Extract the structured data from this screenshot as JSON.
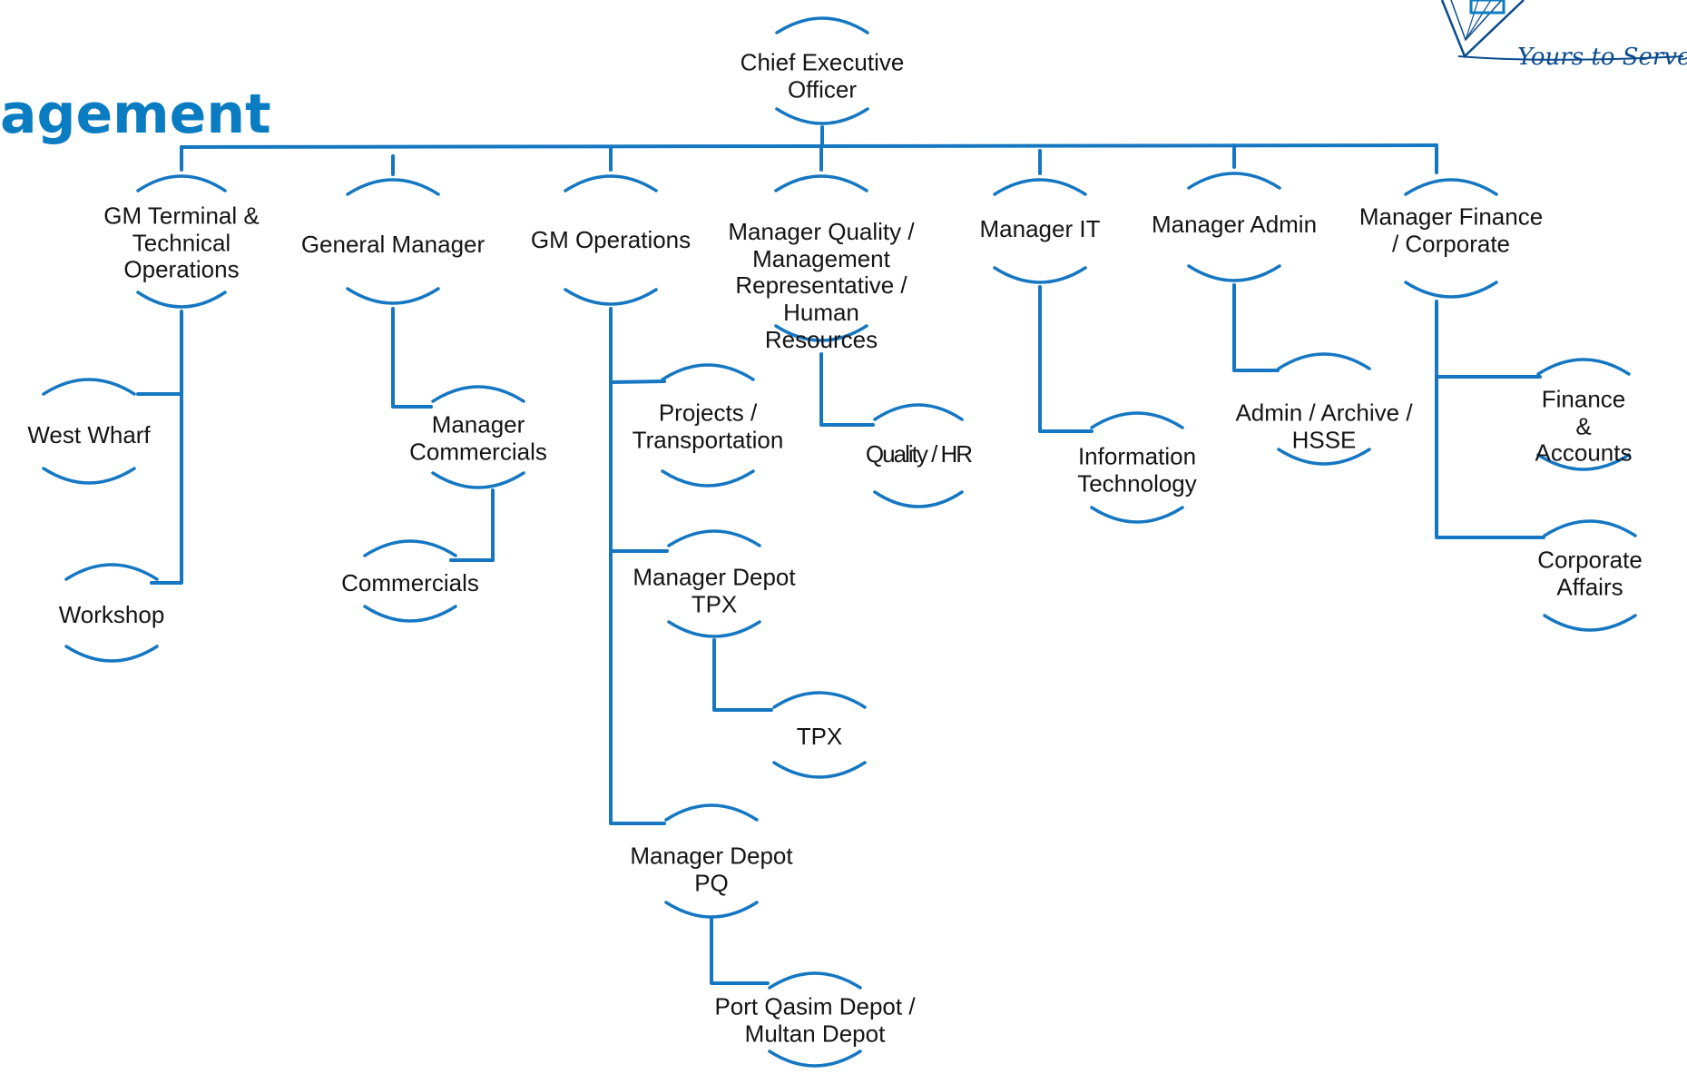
{
  "heading": "agement",
  "brand": {
    "tagline": "Yours to Serve",
    "color": "#0a7cc1"
  },
  "colors": {
    "line": "#1577c2",
    "text": "#141414"
  },
  "nodes": {
    "ceo": "Chief Executive\nOfficer",
    "gm_terminal": "GM Terminal &\nTechnical\nOperations",
    "general_manager": "General Manager",
    "gm_operations": "GM Operations",
    "mgr_quality": "Manager Quality /\nManagement\nRepresentative /\nHuman\nResources",
    "mgr_it": "Manager IT",
    "mgr_admin": "Manager Admin",
    "mgr_finance": "Manager Finance\n/ Corporate",
    "west_wharf": "West Wharf",
    "workshop": "Workshop",
    "mgr_commercials": "Manager\nCommercials",
    "commercials": "Commercials",
    "projects": "Projects /\nTransportation",
    "mgr_depot_tpx": "Manager Depot\nTPX",
    "tpx": "TPX",
    "mgr_depot_pq": "Manager Depot\nPQ",
    "port_qasim": "Port Qasim Depot /\nMultan Depot",
    "quality_hr": "Quality / HR",
    "info_tech": "Information\nTechnology",
    "admin_archive": "Admin / Archive /\nHSSE",
    "finance_accounts": "Finance &\nAccounts",
    "corporate_affairs": "Corporate Affairs"
  }
}
